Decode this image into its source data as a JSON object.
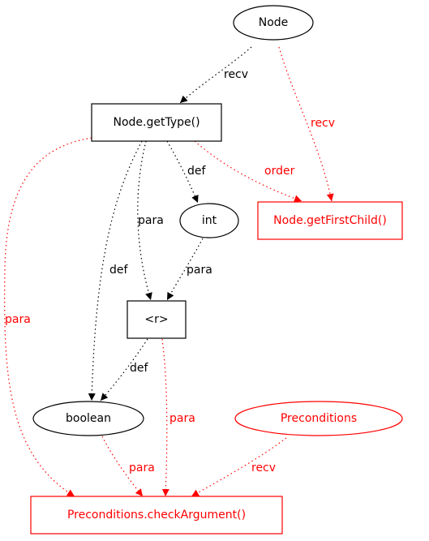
{
  "colors": {
    "black": "#000000",
    "red": "#ff0000"
  },
  "nodes": [
    {
      "id": "node",
      "label": "Node",
      "shape": "ellipse",
      "color": "black"
    },
    {
      "id": "node-gettype",
      "label": "Node.getType()",
      "shape": "box",
      "color": "black"
    },
    {
      "id": "node-getfirstchild",
      "label": "Node.getFirstChild()",
      "shape": "box",
      "color": "red"
    },
    {
      "id": "int",
      "label": "int",
      "shape": "ellipse",
      "color": "black"
    },
    {
      "id": "r",
      "label": "<r>",
      "shape": "box",
      "color": "black"
    },
    {
      "id": "boolean",
      "label": "boolean",
      "shape": "ellipse",
      "color": "black"
    },
    {
      "id": "preconditions",
      "label": "Preconditions",
      "shape": "ellipse",
      "color": "red"
    },
    {
      "id": "preconditions-checkargument",
      "label": "Preconditions.checkArgument()",
      "shape": "box",
      "color": "red"
    }
  ],
  "edges": [
    {
      "id": "e1",
      "from": "node",
      "to": "node-gettype",
      "label": "recv",
      "color": "black"
    },
    {
      "id": "e2",
      "from": "node",
      "to": "node-getfirstchild",
      "label": "recv",
      "color": "red"
    },
    {
      "id": "e3",
      "from": "node-gettype",
      "to": "node-getfirstchild",
      "label": "order",
      "color": "red"
    },
    {
      "id": "e4",
      "from": "node-gettype",
      "to": "int",
      "label": "def",
      "color": "black"
    },
    {
      "id": "e5",
      "from": "node-gettype",
      "to": "r",
      "label": "para",
      "color": "black"
    },
    {
      "id": "e6",
      "from": "node-gettype",
      "to": "boolean",
      "label": "def",
      "color": "black"
    },
    {
      "id": "e7",
      "from": "node-gettype",
      "to": "preconditions-checkargument",
      "label": "para",
      "color": "red"
    },
    {
      "id": "e8",
      "from": "int",
      "to": "r",
      "label": "para",
      "color": "black"
    },
    {
      "id": "e9",
      "from": "r",
      "to": "boolean",
      "label": "def",
      "color": "black"
    },
    {
      "id": "e10",
      "from": "r",
      "to": "preconditions-checkargument",
      "label": "para",
      "color": "red"
    },
    {
      "id": "e11",
      "from": "boolean",
      "to": "preconditions-checkargument",
      "label": "para",
      "color": "red"
    },
    {
      "id": "e12",
      "from": "preconditions",
      "to": "preconditions-checkargument",
      "label": "recv",
      "color": "red"
    }
  ]
}
